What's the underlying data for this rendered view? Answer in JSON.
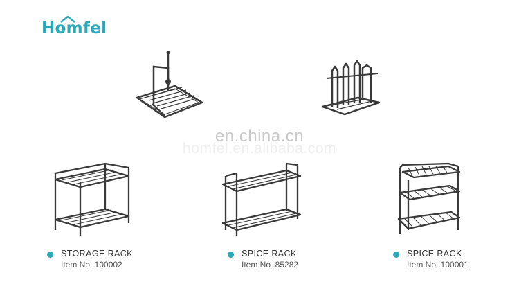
{
  "brand": {
    "logo_text": "Homfel"
  },
  "watermark": {
    "line1": "en.china.cn",
    "line2": "homfel.en.alibaba.com"
  },
  "products": [
    {
      "name": "STORAGE RACK",
      "item": "Item No .100002"
    },
    {
      "name": "SPICE RACK",
      "item": "Item No .85282"
    },
    {
      "name": "SPICE RACK",
      "item": "Item No .100001"
    }
  ],
  "colors": {
    "accent": "#2aa9b8",
    "wire": "#3a3a3a"
  }
}
